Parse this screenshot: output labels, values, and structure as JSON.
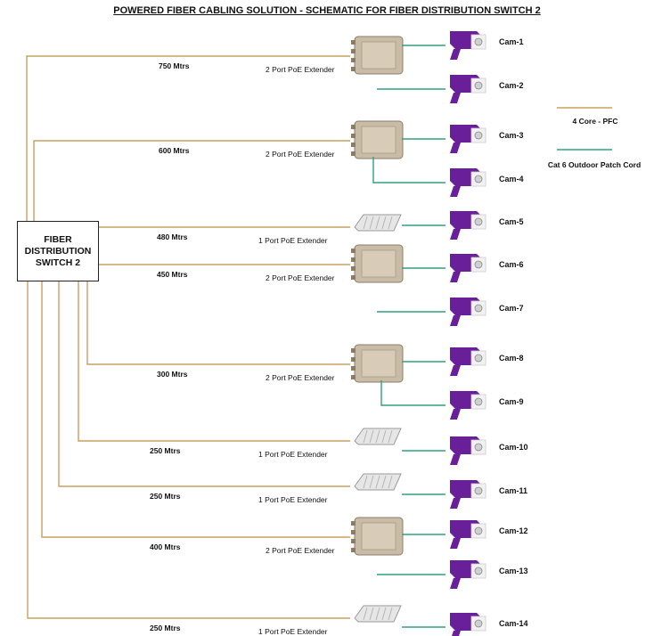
{
  "title": "POWERED FIBER CABLING SOLUTION -  SCHEMATIC FOR FIBER DISTRIBUTION SWITCH 2",
  "switch_label": "FIBER\nDISTRIBUTION\nSWITCH 2",
  "legend": {
    "pfc": {
      "label": "4 Core - PFC",
      "color": "#c8a060"
    },
    "patch": {
      "label": "Cat 6 Outdoor Patch Cord",
      "color": "#2ea37a"
    }
  },
  "runs": [
    {
      "distance": "750 Mtrs",
      "extender": "2 Port PoE Extender",
      "cameras": [
        "Cam-1",
        "Cam-2"
      ]
    },
    {
      "distance": "600 Mtrs",
      "extender": "2 Port PoE Extender",
      "cameras": [
        "Cam-3",
        "Cam-4"
      ]
    },
    {
      "distance": "480 Mtrs",
      "extender": "1 Port PoE Extender",
      "cameras": [
        "Cam-5"
      ]
    },
    {
      "distance": "450 Mtrs",
      "extender": "2 Port PoE Extender",
      "cameras": [
        "Cam-6",
        "Cam-7"
      ]
    },
    {
      "distance": "300 Mtrs",
      "extender": "2 Port PoE Extender",
      "cameras": [
        "Cam-8",
        "Cam-9"
      ]
    },
    {
      "distance": "250 Mtrs",
      "extender": "1 Port PoE Extender",
      "cameras": [
        "Cam-10"
      ]
    },
    {
      "distance": "250 Mtrs",
      "extender": "1 Port PoE Extender",
      "cameras": [
        "Cam-11"
      ]
    },
    {
      "distance": "400 Mtrs",
      "extender": "2 Port PoE Extender",
      "cameras": [
        "Cam-12",
        "Cam-13"
      ]
    },
    {
      "distance": "250 Mtrs",
      "extender": "1 Port PoE Extender",
      "cameras": [
        "Cam-14"
      ]
    }
  ]
}
